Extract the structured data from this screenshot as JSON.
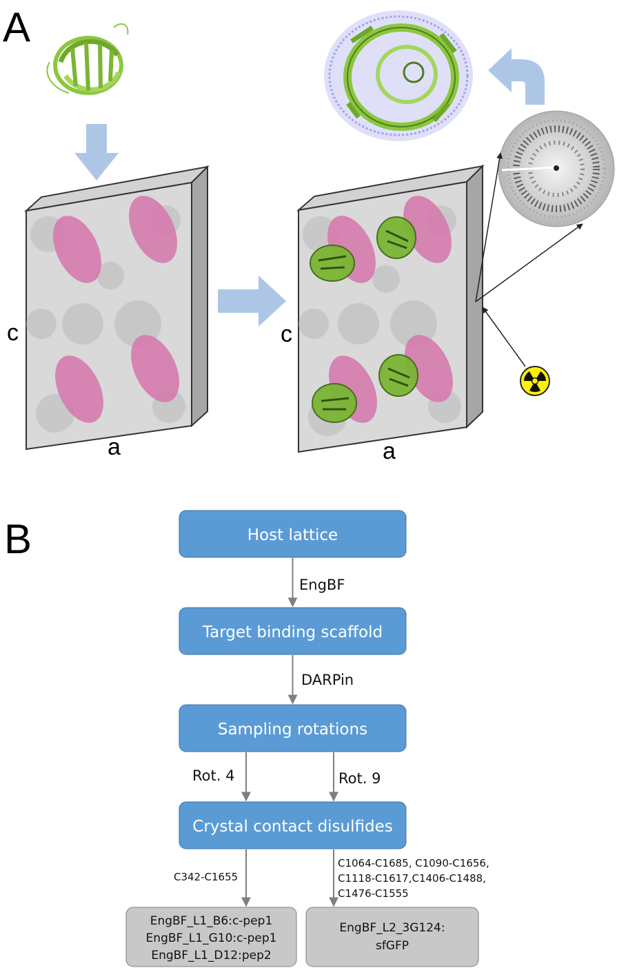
{
  "panel_a": {
    "letter": "A",
    "left_crystal": {
      "axis_c": "c",
      "axis_a": "a"
    },
    "right_crystal": {
      "axis_c": "c",
      "axis_a": "a"
    }
  },
  "panel_b": {
    "letter": "B",
    "boxes": {
      "host": "Host lattice",
      "target": "Target binding scaffold",
      "sampling": "Sampling rotations",
      "disulfides": "Crystal contact disulfides"
    },
    "edges": {
      "engbf": "EngBF",
      "darpin": "DARPin",
      "rot4": "Rot. 4",
      "rot9": "Rot. 9",
      "left_contact": "C342-C1655",
      "right_contacts": [
        "C1064-C1685, C1090-C1656,",
        "C1118-C1617,C1406-C1488,",
        "C1476-C1555"
      ]
    },
    "results": {
      "left": [
        "EngBF_L1_B6:c-pep1",
        "EngBF_L1_G10:c-pep1",
        "EngBF_L1_D12:pep2"
      ],
      "right": [
        "EngBF_L2_3G124:",
        "sfGFP"
      ]
    }
  },
  "colors": {
    "box_blue": "#5B9BD5",
    "arrow_light_blue": "#AEC6E6",
    "protein_green": "#8CC63F",
    "molecule_pink": "#D67BAE",
    "result_gray": "#C8C8C8"
  }
}
